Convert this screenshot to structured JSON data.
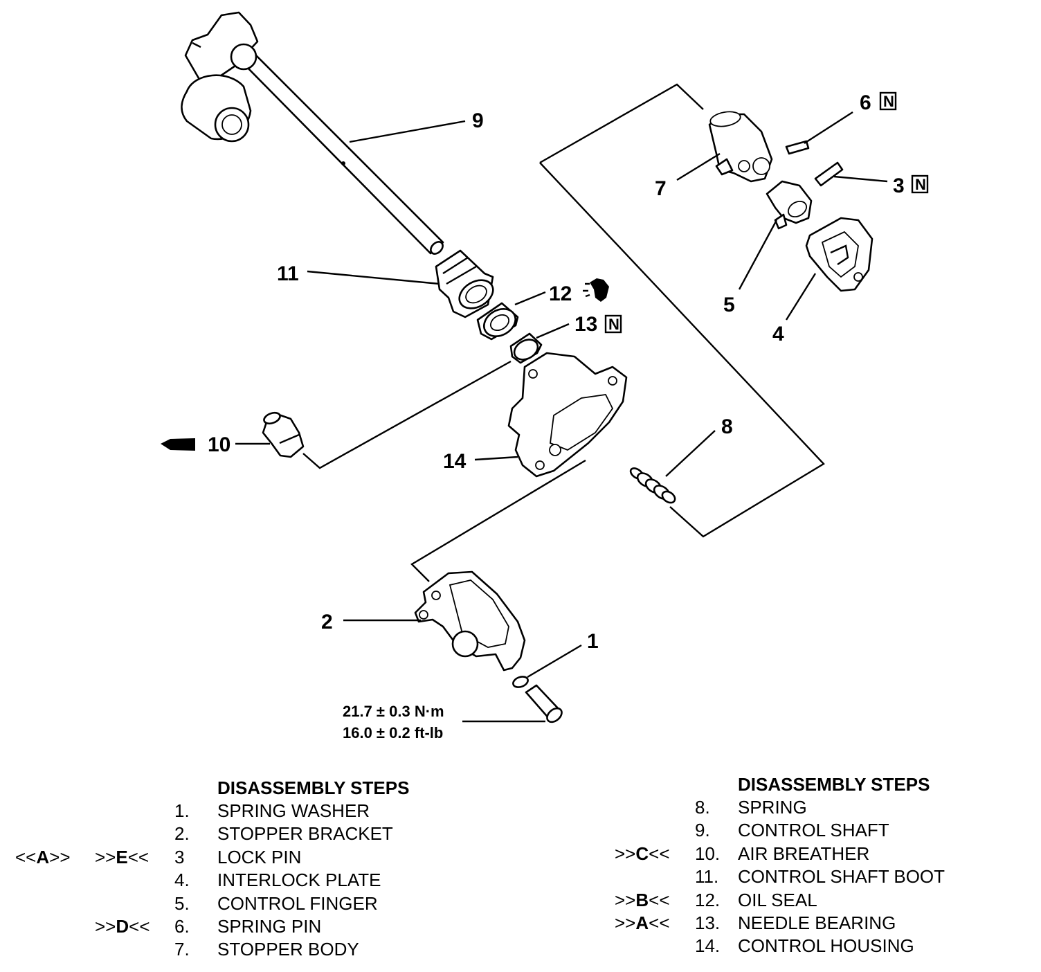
{
  "callouts": {
    "c1": "1",
    "c2": "2",
    "c3": "3",
    "c4": "4",
    "c5": "5",
    "c6": "6",
    "c7": "7",
    "c8": "8",
    "c9": "9",
    "c10": "10",
    "c11": "11",
    "c12": "12",
    "c13": "13",
    "c14": "14"
  },
  "n_mark": "N",
  "torque": {
    "metric": "21.7 ± 0.3 N·m",
    "imperial": "16.0 ± 0.2 ft-lb"
  },
  "left_steps": {
    "heading": "DISASSEMBLY STEPS",
    "items": [
      {
        "ref1": "",
        "ref2": "",
        "num": "1.",
        "name": "SPRING WASHER"
      },
      {
        "ref1": "",
        "ref2": "",
        "num": "2.",
        "name": "STOPPER BRACKET"
      },
      {
        "ref1": "<<A>>",
        "ref2": ">>E<<",
        "num": "3",
        "name": "LOCK PIN"
      },
      {
        "ref1": "",
        "ref2": "",
        "num": "4.",
        "name": "INTERLOCK PLATE"
      },
      {
        "ref1": "",
        "ref2": "",
        "num": "5.",
        "name": "CONTROL FINGER"
      },
      {
        "ref1": "",
        "ref2": ">>D<<",
        "num": "6.",
        "name": "SPRING PIN"
      },
      {
        "ref1": "",
        "ref2": "",
        "num": "7.",
        "name": "STOPPER BODY"
      }
    ]
  },
  "right_steps": {
    "heading": "DISASSEMBLY STEPS",
    "items": [
      {
        "ref2": "",
        "num": "8.",
        "name": "SPRING"
      },
      {
        "ref2": "",
        "num": "9.",
        "name": "CONTROL SHAFT"
      },
      {
        "ref2": ">>C<<",
        "num": "10.",
        "name": "AIR BREATHER"
      },
      {
        "ref2": "",
        "num": "11.",
        "name": "CONTROL SHAFT BOOT"
      },
      {
        "ref2": ">>B<<",
        "num": "12.",
        "name": "OIL SEAL"
      },
      {
        "ref2": ">>A<<",
        "num": "13.",
        "name": "NEEDLE BEARING"
      },
      {
        "ref2": "",
        "num": "14.",
        "name": "CONTROL HOUSING"
      }
    ]
  }
}
